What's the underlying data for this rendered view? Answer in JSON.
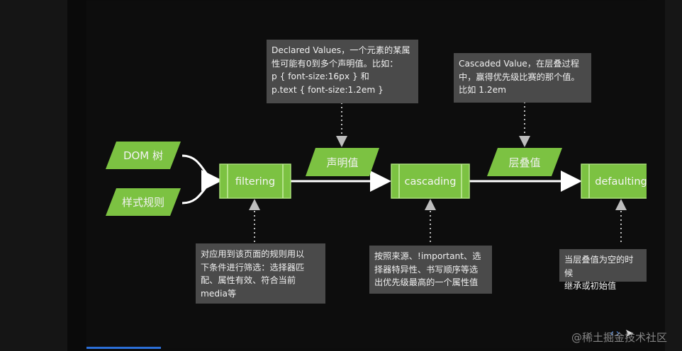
{
  "diagram": {
    "inputs": [
      {
        "label": "DOM 树"
      },
      {
        "label": "样式规则"
      }
    ],
    "processes": [
      {
        "label": "filtering"
      },
      {
        "label": "cascading"
      },
      {
        "label": "defaulting"
      }
    ],
    "values": [
      {
        "label": "声明值"
      },
      {
        "label": "层叠值"
      }
    ],
    "notes": {
      "declared": "Declared Values，一个元素的某属\n性可能有0到多个声明值。比如：\np { font-size:16px } 和\np.text { font-size:1.2em }",
      "cascaded": "Cascaded Value，在层叠过程\n中，赢得优先级比赛的那个值。\n比如 1.2em",
      "filtering": "对应用到该页面的规则用以\n下条件进行筛选：选择器匹\n配、属性有效、符合当前\nmedia等",
      "cascading": "按照来源、!important、选\n择器特异性、书写顺序等选\n出优先级最高的一个属性值",
      "defaulting": "当层叠值为空的时候\n继承或初始值"
    }
  },
  "watermark": "@稀土掘金技术社区",
  "colors": {
    "green": "#7cc242",
    "note_bg": "#4a4a4a",
    "arrow": "#ffffff",
    "progress": "#2b6fd8"
  }
}
